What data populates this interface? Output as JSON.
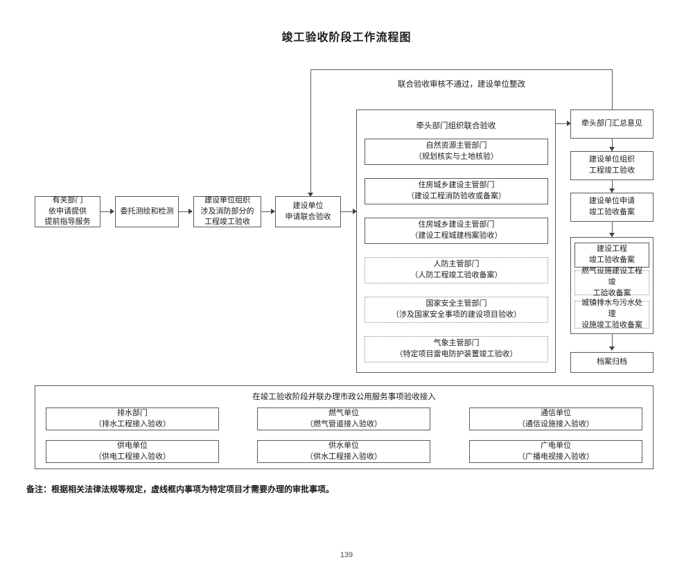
{
  "document": {
    "title": "竣工验收阶段工作流程图",
    "page_number": "139",
    "note": "备注：根据相关法律法规等规定，虚线框内事项为特定项目才需要办理的审批事项。"
  },
  "feedback_loop": {
    "label": "联合验收审核不通过，建设单位整改"
  },
  "main_flow": {
    "steps": [
      {
        "label": "有关部门\n依申请提供\n提前指导服务"
      },
      {
        "label": "委托测绘和检测"
      },
      {
        "label": "建设单位组织\n涉及消防部分的\n工程竣工验收"
      },
      {
        "label": "建设单位\n申请联合验收"
      }
    ]
  },
  "joint_acceptance": {
    "title": "牵头部门组织联合验收",
    "items": [
      {
        "label": "自然资源主管部门\n（规划核实与土地核验）",
        "style": "solid"
      },
      {
        "label": "住房城乡建设主管部门\n（建设工程消防验收或备案）",
        "style": "solid"
      },
      {
        "label": "住房城乡建设主管部门\n（建设工程城建档案验收）",
        "style": "solid"
      },
      {
        "label": "人防主管部门\n（人防工程竣工验收备案）",
        "style": "dotted"
      },
      {
        "label": "国家安全主管部门\n（涉及国家安全事项的建设项目验收）",
        "style": "dotted"
      },
      {
        "label": "气象主管部门\n（特定项目雷电防护装置竣工验收）",
        "style": "dotted"
      }
    ]
  },
  "right_column": {
    "steps": [
      {
        "label": "牵头部门汇总意见"
      },
      {
        "label": "建设单位组织\n工程竣工验收"
      },
      {
        "label": "建设单位申请\n竣工验收备案"
      }
    ],
    "record_group": {
      "items": [
        {
          "label": "建设工程\n竣工验收备案",
          "style": "solid"
        },
        {
          "label": "燃气设施建设工程竣\n工验收备案",
          "style": "dotted"
        },
        {
          "label": "城镇排水与污水处理\n设施竣工验收备案",
          "style": "dotted"
        }
      ]
    },
    "final_step": {
      "label": "档案归档"
    }
  },
  "municipal_services": {
    "title": "在竣工验收阶段并联办理市政公用服务事项验收接入",
    "items": [
      {
        "label": "排水部门\n（排水工程接入验收）"
      },
      {
        "label": "燃气单位\n（燃气管道接入验收）"
      },
      {
        "label": "通信单位\n（通信设施接入验收）"
      },
      {
        "label": "供电单位\n（供电工程接入验收）"
      },
      {
        "label": "供水单位\n（供水工程接入验收）"
      },
      {
        "label": "广电单位\n（广播电视接入验收）"
      }
    ]
  }
}
